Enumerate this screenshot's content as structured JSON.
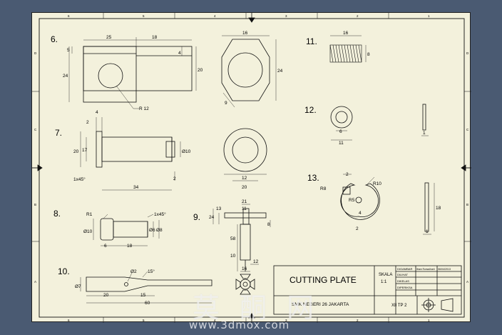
{
  "border": {
    "top_numbers": [
      "6",
      "5",
      "4",
      "3",
      "2",
      "1"
    ],
    "bottom_numbers": [
      "6",
      "5",
      "4",
      "3",
      "2",
      "1"
    ],
    "left_letters": [
      "D",
      "C",
      "B",
      "A"
    ],
    "right_letters": [
      "D",
      "C",
      "B",
      "A"
    ]
  },
  "parts": {
    "p6": {
      "label": "6.",
      "d_top1": "25",
      "d_top2": "18",
      "d_left_top": "5",
      "d_right_top": "4",
      "d_left": "24",
      "d_right": "20",
      "d_radius": "R 12",
      "d_hex_top": "16",
      "d_hex_right": "24",
      "d_hex_angle": "9"
    },
    "p7": {
      "label": "7.",
      "d_small_top": "4",
      "d_small2": "2",
      "d_left_outer": "20",
      "d_left_inner": "17",
      "d_chamfer": "1x45°",
      "d_right": "Ø10",
      "d_right2": "2",
      "d_bottom": "34",
      "d_washer_mid": "12",
      "d_washer_bot": "20"
    },
    "p8": {
      "label": "8.",
      "d_r": "R1",
      "d_chamfer": "1x45°",
      "d_left": "Ø10",
      "d_right1": "Ø6",
      "d_right2": "Ø8",
      "d_bot1": "6",
      "d_bot2": "18"
    },
    "p9": {
      "label": "9.",
      "d_top1": "21",
      "d_top2": "11",
      "d_left1": "13",
      "d_left2": "24",
      "d_right": "8",
      "d_mid": "58",
      "d_low1": "10",
      "d_low2": "12",
      "d_bot": "16"
    },
    "p10": {
      "label": "10.",
      "d_hole": "Ø2",
      "d_angle": "15°",
      "d_left": "Ø7",
      "d_bot1": "20",
      "d_bot2": "15",
      "d_bot3": "60"
    },
    "p11": {
      "label": "11.",
      "d_top": "16",
      "d_right": "8"
    },
    "p12": {
      "label": "12.",
      "d_mid": "6",
      "d_bot": "11",
      "d_side": "1"
    },
    "p13": {
      "label": "13.",
      "d_top": "2",
      "d_r10": "R10",
      "d_r8": "R8",
      "d_r5": "R5",
      "d_4": "4",
      "d_2": "2",
      "d_side": "18",
      "d_side2": "1"
    }
  },
  "title_block": {
    "title": "CUTTING PLATE",
    "scale_label": "SKALA",
    "scale_value": "1:1",
    "school": "SMK NEGERI 26 JAKARTA",
    "class": "XII TP 2",
    "rows": [
      "DIGAMBAR",
      "DILIHAT",
      "DIKELAS",
      "DIPERIKSA"
    ],
    "row_name": "Ilham Romadhonii",
    "row_date": "06/04/2013"
  },
  "watermark": {
    "logo": "莫 酮 网",
    "url": "www.3dmox.com"
  }
}
